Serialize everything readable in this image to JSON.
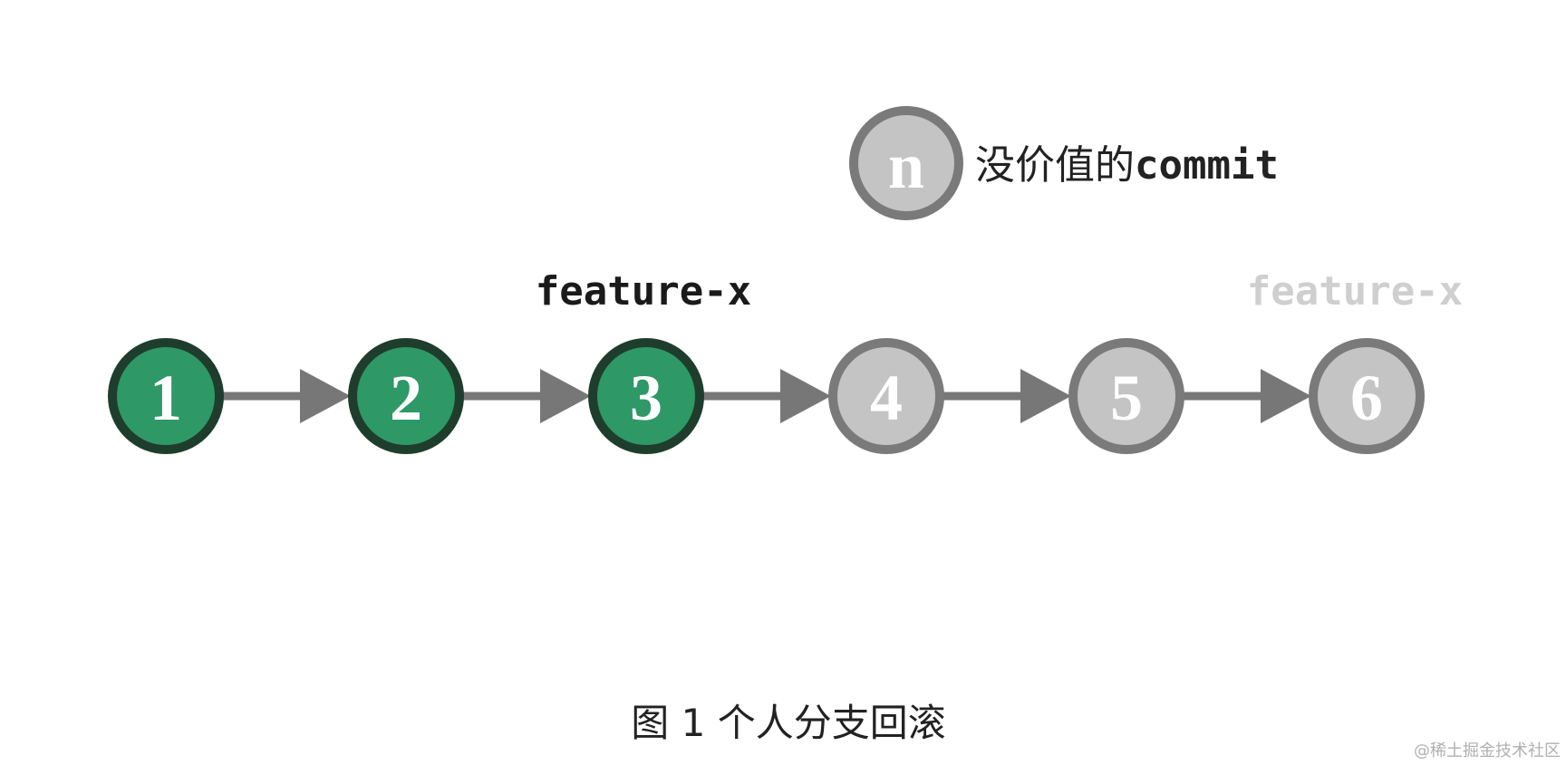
{
  "legend": {
    "node_label": "n",
    "text_cn": "没价值的",
    "text_code": "commit"
  },
  "branch_labels": {
    "active": "feature-x",
    "faded": "feature-x"
  },
  "commits": [
    {
      "label": "1",
      "state": "kept"
    },
    {
      "label": "2",
      "state": "kept"
    },
    {
      "label": "3",
      "state": "kept"
    },
    {
      "label": "4",
      "state": "discarded"
    },
    {
      "label": "5",
      "state": "discarded"
    },
    {
      "label": "6",
      "state": "discarded"
    }
  ],
  "caption": "图 1 个人分支回滚",
  "watermark": "@稀土掘金技术社区",
  "colors": {
    "kept_fill": "#2e9966",
    "kept_stroke": "#1f3d2c",
    "discarded_fill": "#c4c4c4",
    "discarded_stroke": "#7a7a7a",
    "arrow": "#777777",
    "branch_active": "#1a1a1a",
    "branch_faded": "#cfcfcf"
  }
}
